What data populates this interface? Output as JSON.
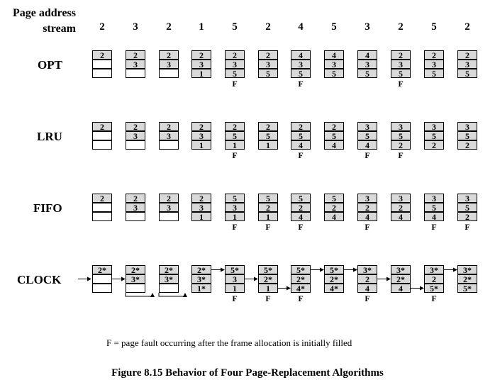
{
  "header": {
    "line1": "Page address",
    "line2": "stream"
  },
  "stream": [
    "2",
    "3",
    "2",
    "1",
    "5",
    "2",
    "4",
    "5",
    "3",
    "2",
    "5",
    "2"
  ],
  "rows": [
    {
      "label": "OPT",
      "frames": [
        [
          "2",
          "",
          ""
        ],
        [
          "2",
          "3",
          ""
        ],
        [
          "2",
          "3",
          ""
        ],
        [
          "2",
          "3",
          "1"
        ],
        [
          "2",
          "3",
          "5"
        ],
        [
          "2",
          "3",
          "5"
        ],
        [
          "4",
          "3",
          "5"
        ],
        [
          "4",
          "3",
          "5"
        ],
        [
          "4",
          "3",
          "5"
        ],
        [
          "2",
          "3",
          "5"
        ],
        [
          "2",
          "3",
          "5"
        ],
        [
          "2",
          "3",
          "5"
        ]
      ],
      "faults": [
        "",
        "",
        "",
        "",
        "F",
        "",
        "F",
        "",
        "",
        "F",
        "",
        ""
      ]
    },
    {
      "label": "LRU",
      "frames": [
        [
          "2",
          "",
          ""
        ],
        [
          "2",
          "3",
          ""
        ],
        [
          "2",
          "3",
          ""
        ],
        [
          "2",
          "3",
          "1"
        ],
        [
          "2",
          "5",
          "1"
        ],
        [
          "2",
          "5",
          "1"
        ],
        [
          "2",
          "5",
          "4"
        ],
        [
          "2",
          "5",
          "4"
        ],
        [
          "3",
          "5",
          "4"
        ],
        [
          "3",
          "5",
          "2"
        ],
        [
          "3",
          "5",
          "2"
        ],
        [
          "3",
          "5",
          "2"
        ]
      ],
      "faults": [
        "",
        "",
        "",
        "",
        "F",
        "",
        "F",
        "",
        "F",
        "F",
        "",
        ""
      ]
    },
    {
      "label": "FIFO",
      "frames": [
        [
          "2",
          "",
          ""
        ],
        [
          "2",
          "3",
          ""
        ],
        [
          "2",
          "3",
          ""
        ],
        [
          "2",
          "3",
          "1"
        ],
        [
          "5",
          "3",
          "1"
        ],
        [
          "5",
          "2",
          "1"
        ],
        [
          "5",
          "2",
          "4"
        ],
        [
          "5",
          "2",
          "4"
        ],
        [
          "3",
          "2",
          "4"
        ],
        [
          "3",
          "2",
          "4"
        ],
        [
          "3",
          "5",
          "4"
        ],
        [
          "3",
          "5",
          "2"
        ]
      ],
      "faults": [
        "",
        "",
        "",
        "",
        "F",
        "F",
        "F",
        "",
        "F",
        "",
        "F",
        "F"
      ]
    },
    {
      "label": "CLOCK",
      "frames": [
        [
          "2*",
          "",
          ""
        ],
        [
          "2*",
          "3*",
          ""
        ],
        [
          "2*",
          "3*",
          ""
        ],
        [
          "2*",
          "3*",
          "1*"
        ],
        [
          "5*",
          "3",
          "1"
        ],
        [
          "5*",
          "2*",
          "1"
        ],
        [
          "5*",
          "2*",
          "4*"
        ],
        [
          "5*",
          "2*",
          "4*"
        ],
        [
          "3*",
          "2",
          "4"
        ],
        [
          "3*",
          "2*",
          "4"
        ],
        [
          "3*",
          "2",
          "5*"
        ],
        [
          "3*",
          "2*",
          "5*"
        ]
      ],
      "faults": [
        "",
        "",
        "",
        "",
        "F",
        "F",
        "F",
        "",
        "F",
        "",
        "F",
        ""
      ]
    }
  ],
  "note": "F = page fault occurring after the frame allocation is initially filled",
  "caption": "Figure 8.15    Behavior of Four Page-Replacement Algorithms"
}
